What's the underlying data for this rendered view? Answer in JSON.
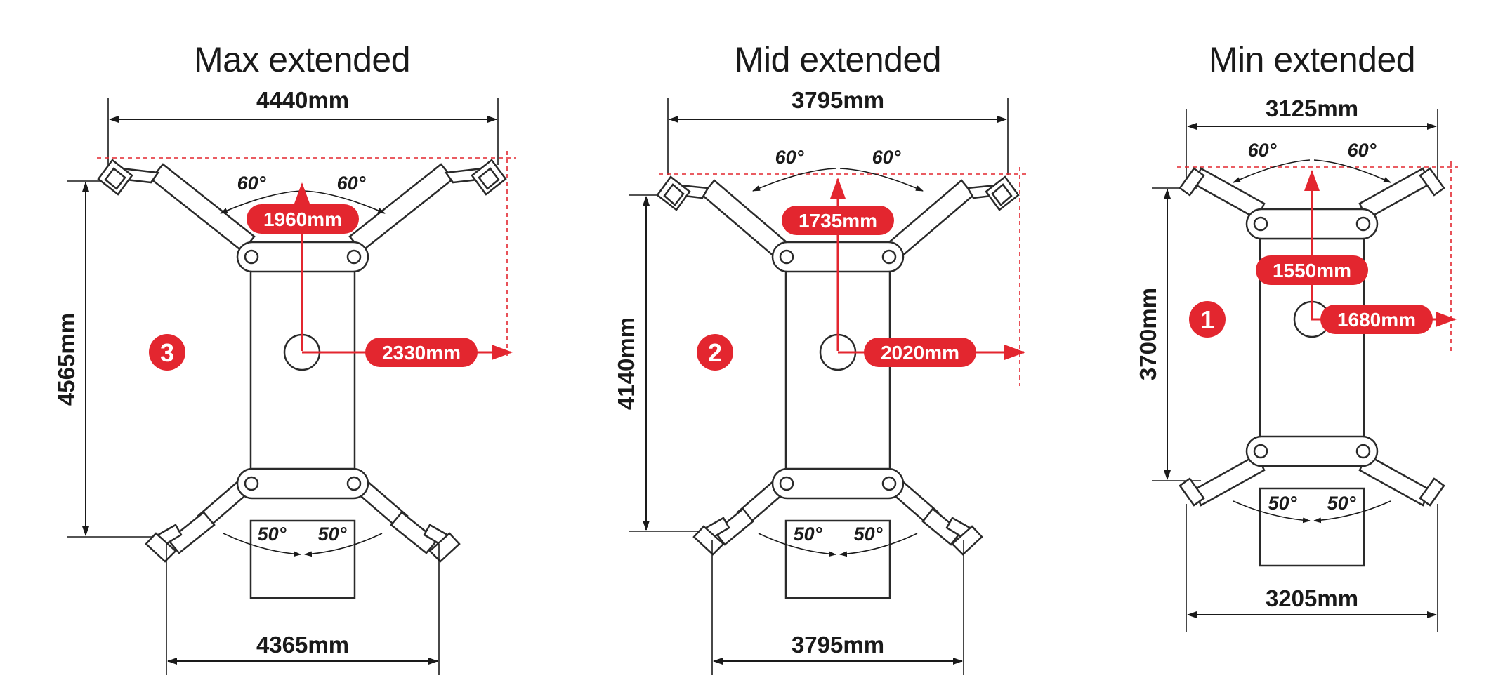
{
  "colors": {
    "accent": "#e3262f",
    "ink": "#1a1a1a",
    "background": "#ffffff"
  },
  "diagrams": [
    {
      "title": "Max extended",
      "badge_number": "3",
      "top_width": "4440mm",
      "bottom_width": "4365mm",
      "height": "4565mm",
      "front_reach": "1960mm",
      "side_reach": "2330mm",
      "top_angle_left": "60°",
      "top_angle_right": "60°",
      "bottom_angle_left": "50°",
      "bottom_angle_right": "50°"
    },
    {
      "title": "Mid extended",
      "badge_number": "2",
      "top_width": "3795mm",
      "bottom_width": "3795mm",
      "height": "4140mm",
      "front_reach": "1735mm",
      "side_reach": "2020mm",
      "top_angle_left": "60°",
      "top_angle_right": "60°",
      "bottom_angle_left": "50°",
      "bottom_angle_right": "50°"
    },
    {
      "title": "Min extended",
      "badge_number": "1",
      "top_width": "3125mm",
      "bottom_width": "3205mm",
      "height": "3700mm",
      "front_reach": "1550mm",
      "side_reach": "1680mm",
      "top_angle_left": "60°",
      "top_angle_right": "60°",
      "bottom_angle_left": "50°",
      "bottom_angle_right": "50°"
    }
  ]
}
